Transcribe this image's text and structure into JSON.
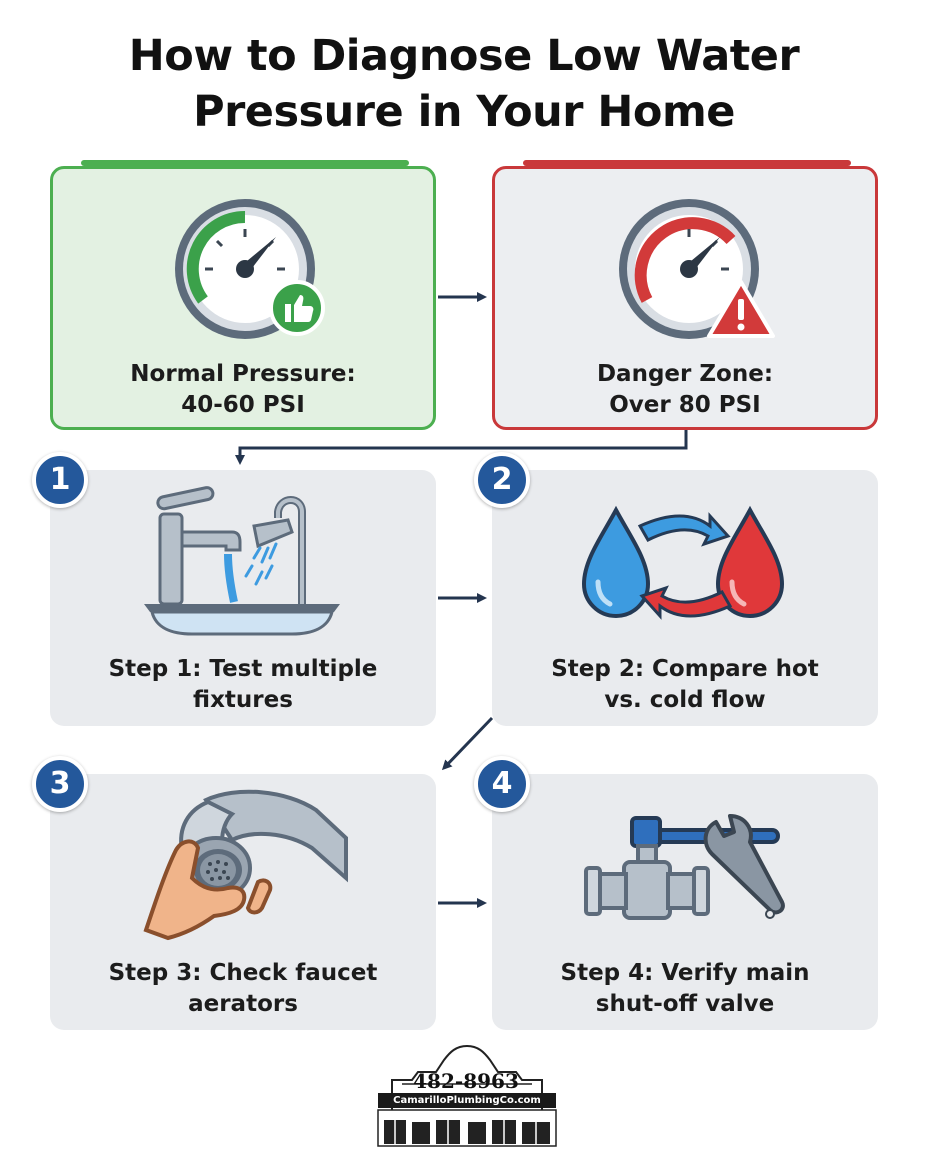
{
  "title": {
    "line1": "How to Diagnose Low Water",
    "line2": "Pressure in Your Home"
  },
  "colors": {
    "green": "#4caf50",
    "red": "#c9383a",
    "badge_blue": "#24589b",
    "arrow": "#24354f"
  },
  "normal": {
    "line1": "Normal Pressure:",
    "line2": "40-60 PSI",
    "icon": "pressure-gauge-thumbs-up-icon"
  },
  "danger": {
    "line1": "Danger Zone:",
    "line2": "Over 80 PSI",
    "icon": "pressure-gauge-warning-icon"
  },
  "steps": [
    {
      "number": "1",
      "line1": "Step 1: Test multiple",
      "line2": "fixtures",
      "icon": "faucet-shower-icon"
    },
    {
      "number": "2",
      "line1": "Step 2: Compare hot",
      "line2": "vs. cold flow",
      "icon": "hot-cold-drops-icon"
    },
    {
      "number": "3",
      "line1": "Step 3: Check faucet",
      "line2": "aerators",
      "icon": "faucet-aerator-icon"
    },
    {
      "number": "4",
      "line1": "Step 4: Verify main",
      "line2": "shut-off valve",
      "icon": "shutoff-valve-wrench-icon"
    }
  ],
  "logo": {
    "phone": "482-8963",
    "website": "CamarilloPlumbingCo.com"
  }
}
